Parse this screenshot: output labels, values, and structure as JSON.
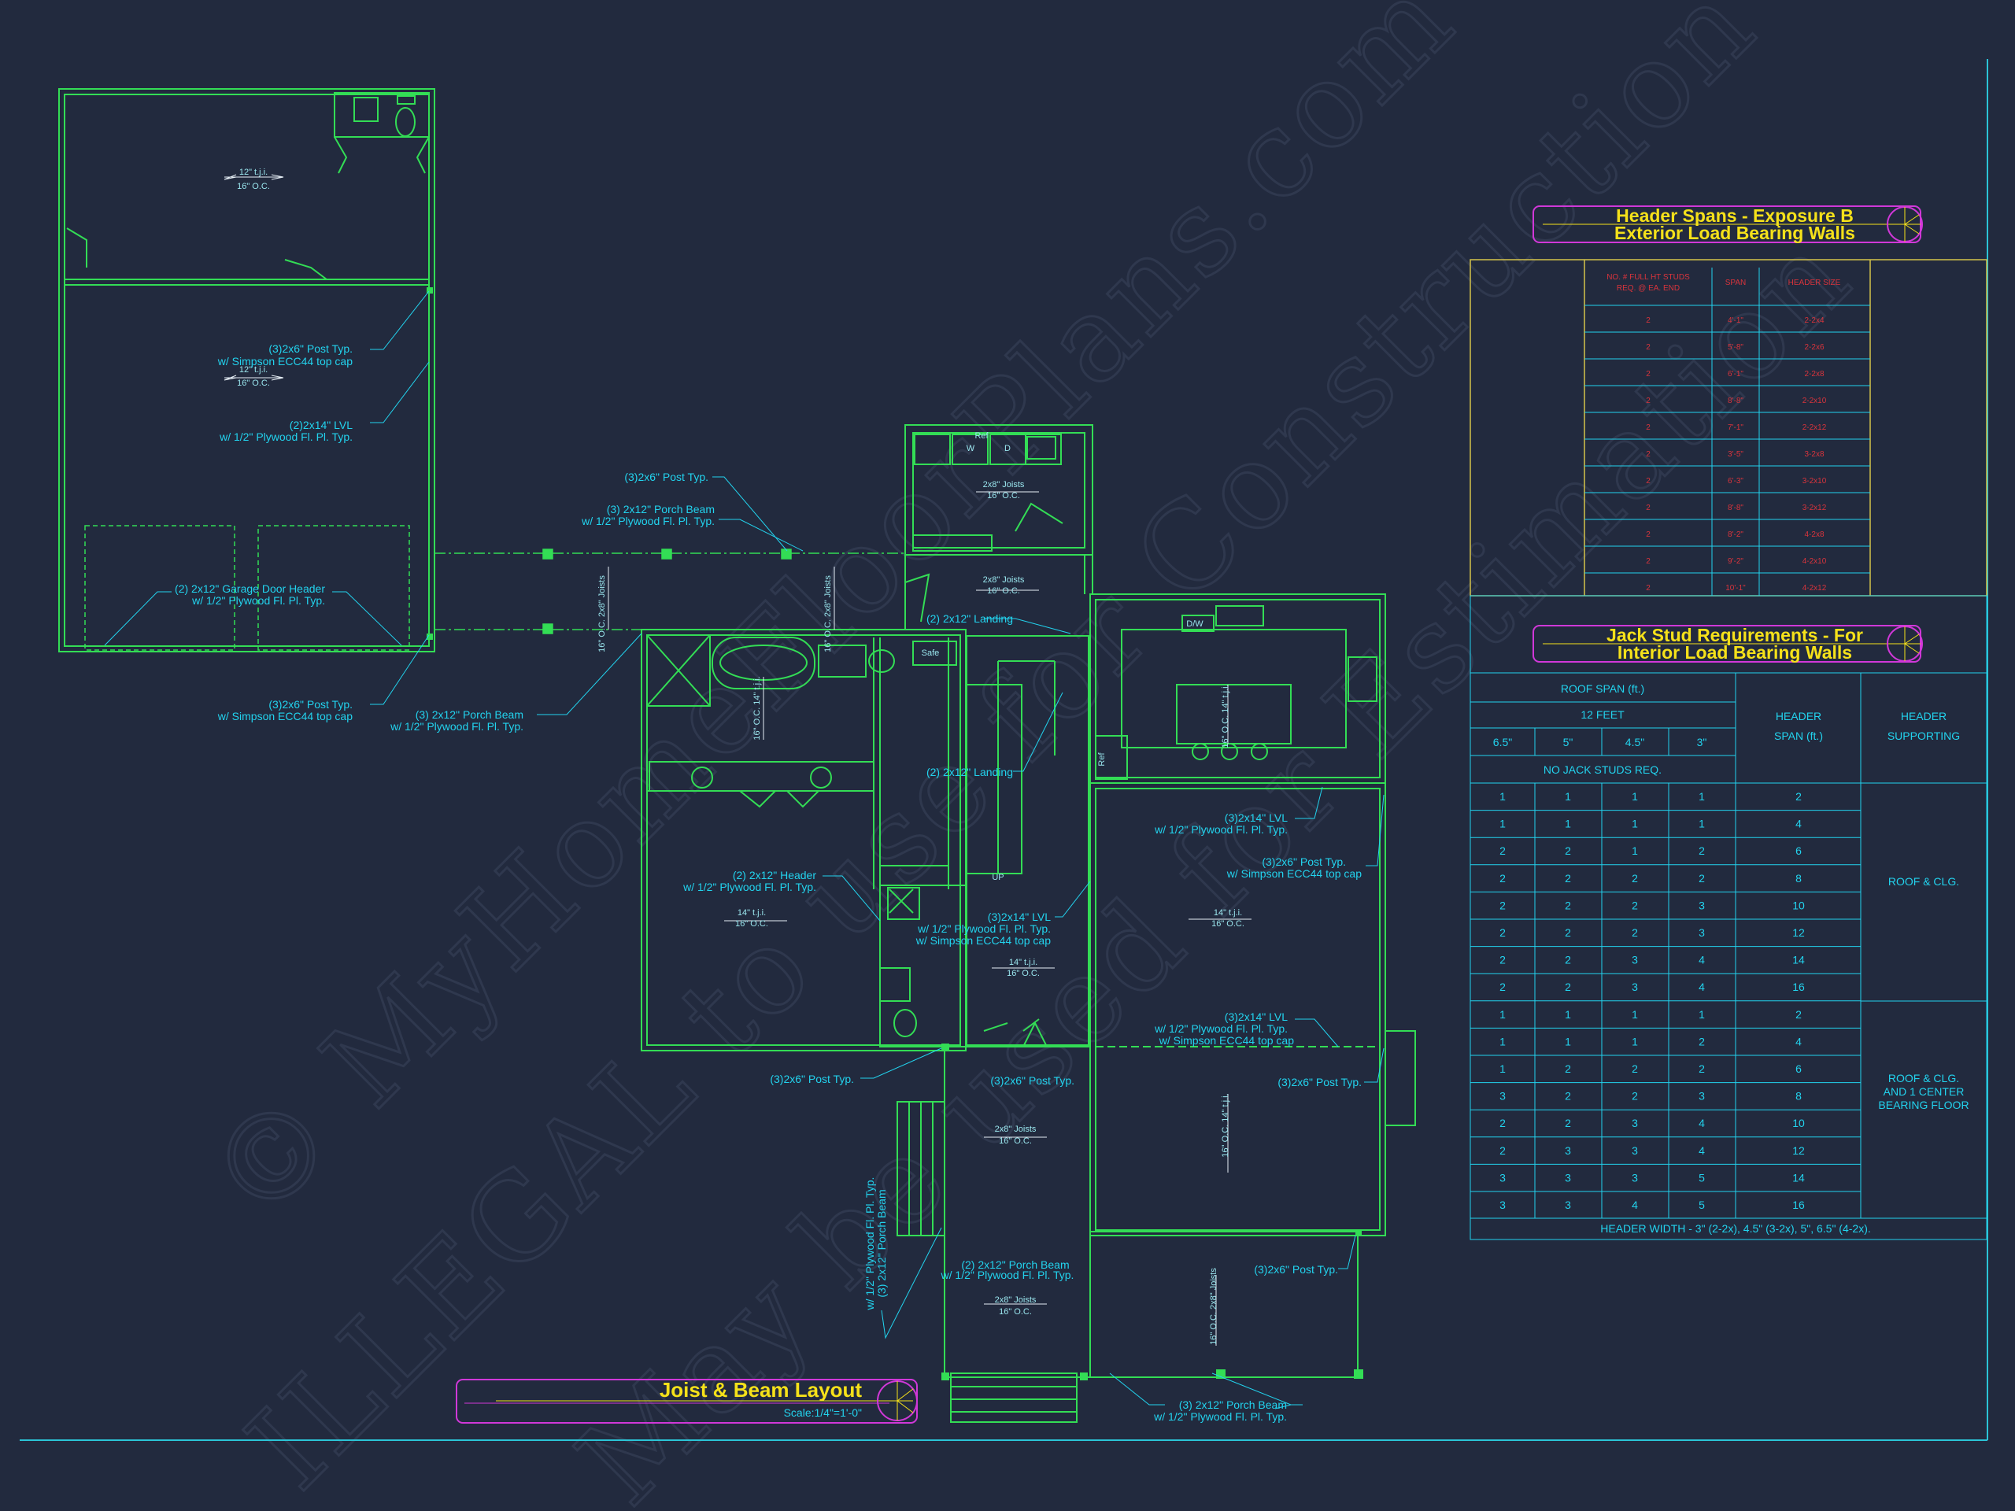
{
  "titles": {
    "main_title": "Joist & Beam Layout",
    "main_scale": "Scale:1/4\"=1'-0\"",
    "header_spans_line1": "Header Spans - Exposure B",
    "header_spans_line2": "Exterior Load Bearing Walls",
    "jack_stud_line1": "Jack Stud Requirements - For",
    "jack_stud_line2": "Interior Load Bearing Walls"
  },
  "watermark": {
    "line1": "© MyHomeFloorPlans.com",
    "line2": "ILLEGAL to use for Construction",
    "line3": "May be used for Estimation"
  },
  "header_spans_table": {
    "headers": [
      "NO. # FULL HT STUDS REQ. @ EA. END",
      "SPAN",
      "HEADER SIZE"
    ],
    "rows": [
      [
        "2",
        "4'-1\"",
        "2-2x4"
      ],
      [
        "2",
        "5'-8\"",
        "2-2x6"
      ],
      [
        "2",
        "6'-1\"",
        "2-2x8"
      ],
      [
        "2",
        "8'-8\"",
        "2-2x10"
      ],
      [
        "2",
        "7'-1\"",
        "2-2x12"
      ],
      [
        "2",
        "3'-5\"",
        "3-2x8"
      ],
      [
        "2",
        "6'-3\"",
        "3-2x10"
      ],
      [
        "2",
        "8'-8\"",
        "3-2x12"
      ],
      [
        "2",
        "8'-2\"",
        "4-2x8"
      ],
      [
        "2",
        "9'-2\"",
        "4-2x10"
      ],
      [
        "2",
        "10'-1\"",
        "4-2x12"
      ]
    ]
  },
  "jack_stud_table": {
    "roof_span": "ROOF SPAN (ft.)",
    "feet": "12 FEET",
    "widths": [
      "6.5\"",
      "5\"",
      "4.5\"",
      "3\""
    ],
    "header_span": "HEADER SPAN (ft.)",
    "header_supporting": "HEADER SUPPORTING",
    "no_jack": "NO JACK STUDS REQ.",
    "group1_label": "ROOF & CLG.",
    "group2_label": "ROOF & CLG. AND 1 CENTER BEARING FLOOR",
    "group1_rows": [
      [
        "1",
        "1",
        "1",
        "1",
        "2"
      ],
      [
        "1",
        "1",
        "1",
        "1",
        "4"
      ],
      [
        "2",
        "2",
        "1",
        "2",
        "6"
      ],
      [
        "2",
        "2",
        "2",
        "2",
        "8"
      ],
      [
        "2",
        "2",
        "2",
        "3",
        "10"
      ],
      [
        "2",
        "2",
        "2",
        "3",
        "12"
      ],
      [
        "2",
        "2",
        "3",
        "4",
        "14"
      ],
      [
        "2",
        "2",
        "3",
        "4",
        "16"
      ]
    ],
    "group2_rows": [
      [
        "1",
        "1",
        "1",
        "1",
        "2"
      ],
      [
        "1",
        "1",
        "1",
        "2",
        "4"
      ],
      [
        "1",
        "2",
        "2",
        "2",
        "6"
      ],
      [
        "3",
        "2",
        "2",
        "3",
        "8"
      ],
      [
        "2",
        "2",
        "3",
        "4",
        "10"
      ],
      [
        "2",
        "3",
        "3",
        "4",
        "12"
      ],
      [
        "3",
        "3",
        "3",
        "5",
        "14"
      ],
      [
        "3",
        "3",
        "4",
        "5",
        "16"
      ]
    ],
    "footer": "HEADER WIDTH - 3\" (2-2x), 4.5\" (3-2x), 5\", 6.5\" (4-2x)."
  },
  "annotations": {
    "tji12": "12\" t.j.i.",
    "tji14": "14\" t.j.i.",
    "oc16": "16\" O.C.",
    "joists2x8": "2x8\" Joists",
    "post_simpson_a": "(3)2x6\" Post Typ.",
    "post_simpson_b": "w/ Simpson ECC44 top cap",
    "lvl2x14_a": "(2)2x14\" LVL",
    "ply_typ": "w/ 1/2\" Plywood Fl. Pl. Typ.",
    "post_typ": "(3)2x6\" Post Typ.",
    "porch_beam3": "(3) 2x12\" Porch Beam",
    "porch_beam2": "(2) 2x12\" Porch Beam",
    "garage_header": "(2) 2x12\" Garage Door Header",
    "landing": "(2) 2x12\" Landing",
    "header2x12": "(2) 2x12\" Header",
    "lvl3x14": "(3)2x14\" LVL",
    "w_simpson": "w/ Simpson ECC44 top cap",
    "ply_typ_vert": "w/ 1/2\" Plywood Fl. Pl. Typ.",
    "porch_beam3_vert": "(3) 2x12\" Porch Beam",
    "ref": "Ref",
    "w": "W",
    "d": "D",
    "safe": "Safe",
    "dw": "D/W",
    "up": "UP",
    "oc16_joists": "16\" O.C.  2x8\" Joists",
    "oc16_tji14": "16\" O.C.  14\" t.j.i."
  }
}
